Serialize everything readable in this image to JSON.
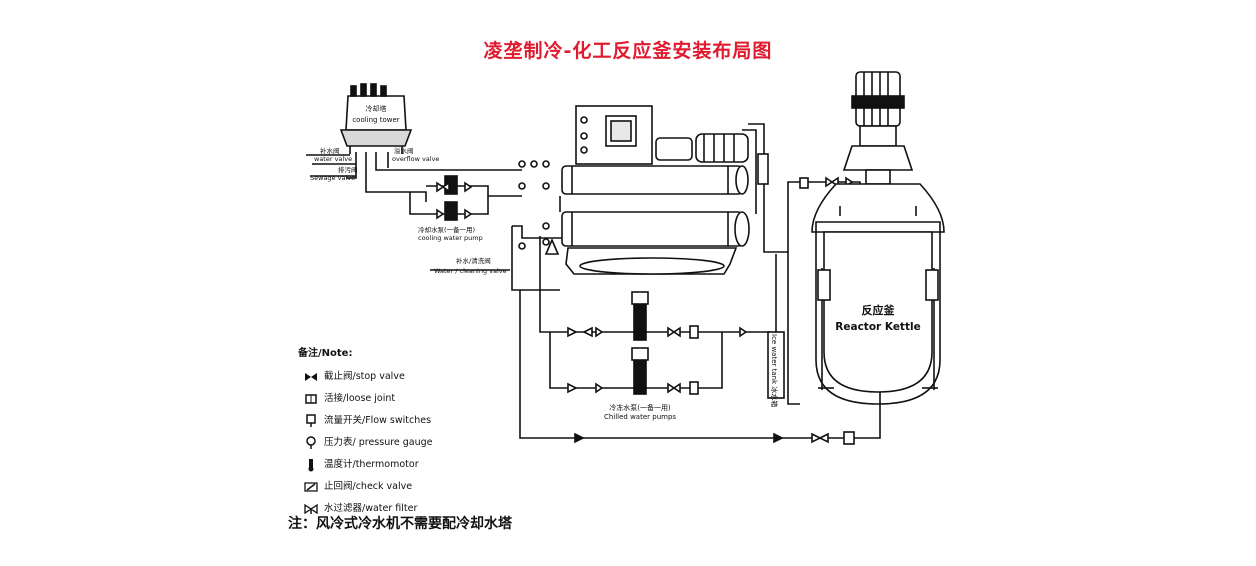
{
  "title": "凌垄制冷-化工反应釜安装布局图",
  "labels": {
    "cooling_tower_cn": "冷却塔",
    "cooling_tower_en": "cooling tower",
    "water_valve_cn": "补水阀",
    "water_valve_en": "water valve",
    "overflow_valve_cn": "溢水阀",
    "overflow_valve_en": "overflow valve",
    "sewage_valve_cn": "排污阀",
    "sewage_valve_en": "Sewage valve",
    "cooling_pump_cn": "冷却水泵(一备一用)",
    "cooling_pump_en": "cooling water pump",
    "cleaning_valve_cn": "补水/清洗阀",
    "cleaning_valve_en": "Water / cleaning valve",
    "ice_tank": "Ice water tank 冰水箱",
    "chilled_pump_cn": "冷冻水泵(一备一用)",
    "chilled_pump_en": "Chilled water pumps",
    "reactor_cn": "反应釜",
    "reactor_en": "Reactor Kettle"
  },
  "legend": {
    "heading": "备注/Note:",
    "items": [
      {
        "icon": "stop-valve-icon",
        "text": "截止阀/stop valve"
      },
      {
        "icon": "loose-joint-icon",
        "text": "活接/loose joint"
      },
      {
        "icon": "flow-switch-icon",
        "text": "流量开关/Flow switches"
      },
      {
        "icon": "pressure-gauge-icon",
        "text": "压力表/ pressure gauge"
      },
      {
        "icon": "thermometer-icon",
        "text": "温度计/thermomotor"
      },
      {
        "icon": "check-valve-icon",
        "text": "止回阀/check valve"
      },
      {
        "icon": "water-filter-icon",
        "text": "水过滤器/water filter"
      }
    ]
  },
  "footnote": "注：风冷式冷水机不需要配冷却水塔"
}
